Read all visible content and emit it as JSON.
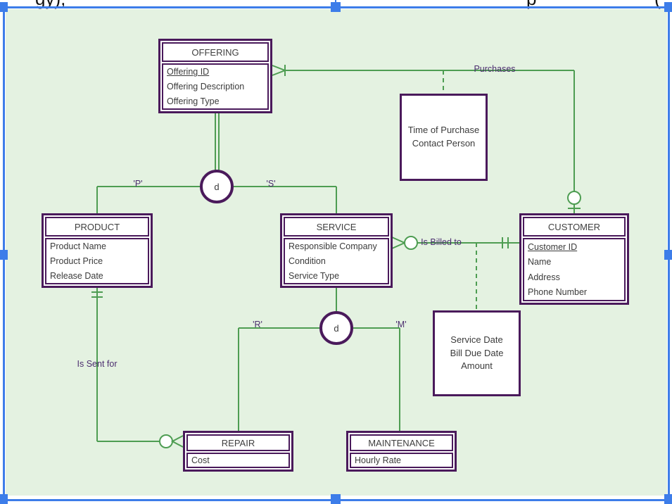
{
  "document": {
    "cropped_text_top": {
      "left": "gy),",
      "mid": "p",
      "right": "("
    }
  },
  "selection": {
    "color": "#3d7de9",
    "handle_count": 8
  },
  "diagram": {
    "type": "entity-relationship-diagram",
    "background": "#e4f2e1",
    "line_color": "#4e9d52",
    "entity_border_color": "#4a1a5b",
    "label_color": "#4b2d6f",
    "subtype_indicator": "d",
    "entities": [
      {
        "name": "OFFERING",
        "primary_key": "Offering ID",
        "attributes": [
          "Offering ID",
          "Offering Description",
          "Offering Type"
        ]
      },
      {
        "name": "PRODUCT",
        "attributes": [
          "Product Name",
          "Product Price",
          "Release Date"
        ]
      },
      {
        "name": "SERVICE",
        "attributes": [
          "Responsible Company",
          "Condition",
          "Service Type"
        ]
      },
      {
        "name": "CUSTOMER",
        "primary_key": "Customer ID",
        "attributes": [
          "Customer ID",
          "Name",
          "Address",
          "Phone Number"
        ]
      },
      {
        "name": "REPAIR",
        "attributes": [
          "Cost"
        ]
      },
      {
        "name": "MAINTENANCE",
        "attributes": [
          "Hourly Rate"
        ]
      }
    ],
    "relationships": [
      {
        "label": "Purchases",
        "from": "OFFERING",
        "to": "CUSTOMER"
      },
      {
        "label": "Is Billed to",
        "from": "SERVICE",
        "to": "CUSTOMER"
      },
      {
        "label": "Is Sent for",
        "from": "PRODUCT",
        "to": "REPAIR"
      }
    ],
    "attribute_notes": [
      {
        "lines": [
          "Time of Purchase",
          "Contact Person"
        ]
      },
      {
        "lines": [
          "Service Date",
          "Bill Due Date",
          "Amount"
        ]
      }
    ],
    "subtype_labels": {
      "product": "'P'",
      "service": "'S'",
      "repair": "'R'",
      "maintenance": "'M'"
    }
  }
}
